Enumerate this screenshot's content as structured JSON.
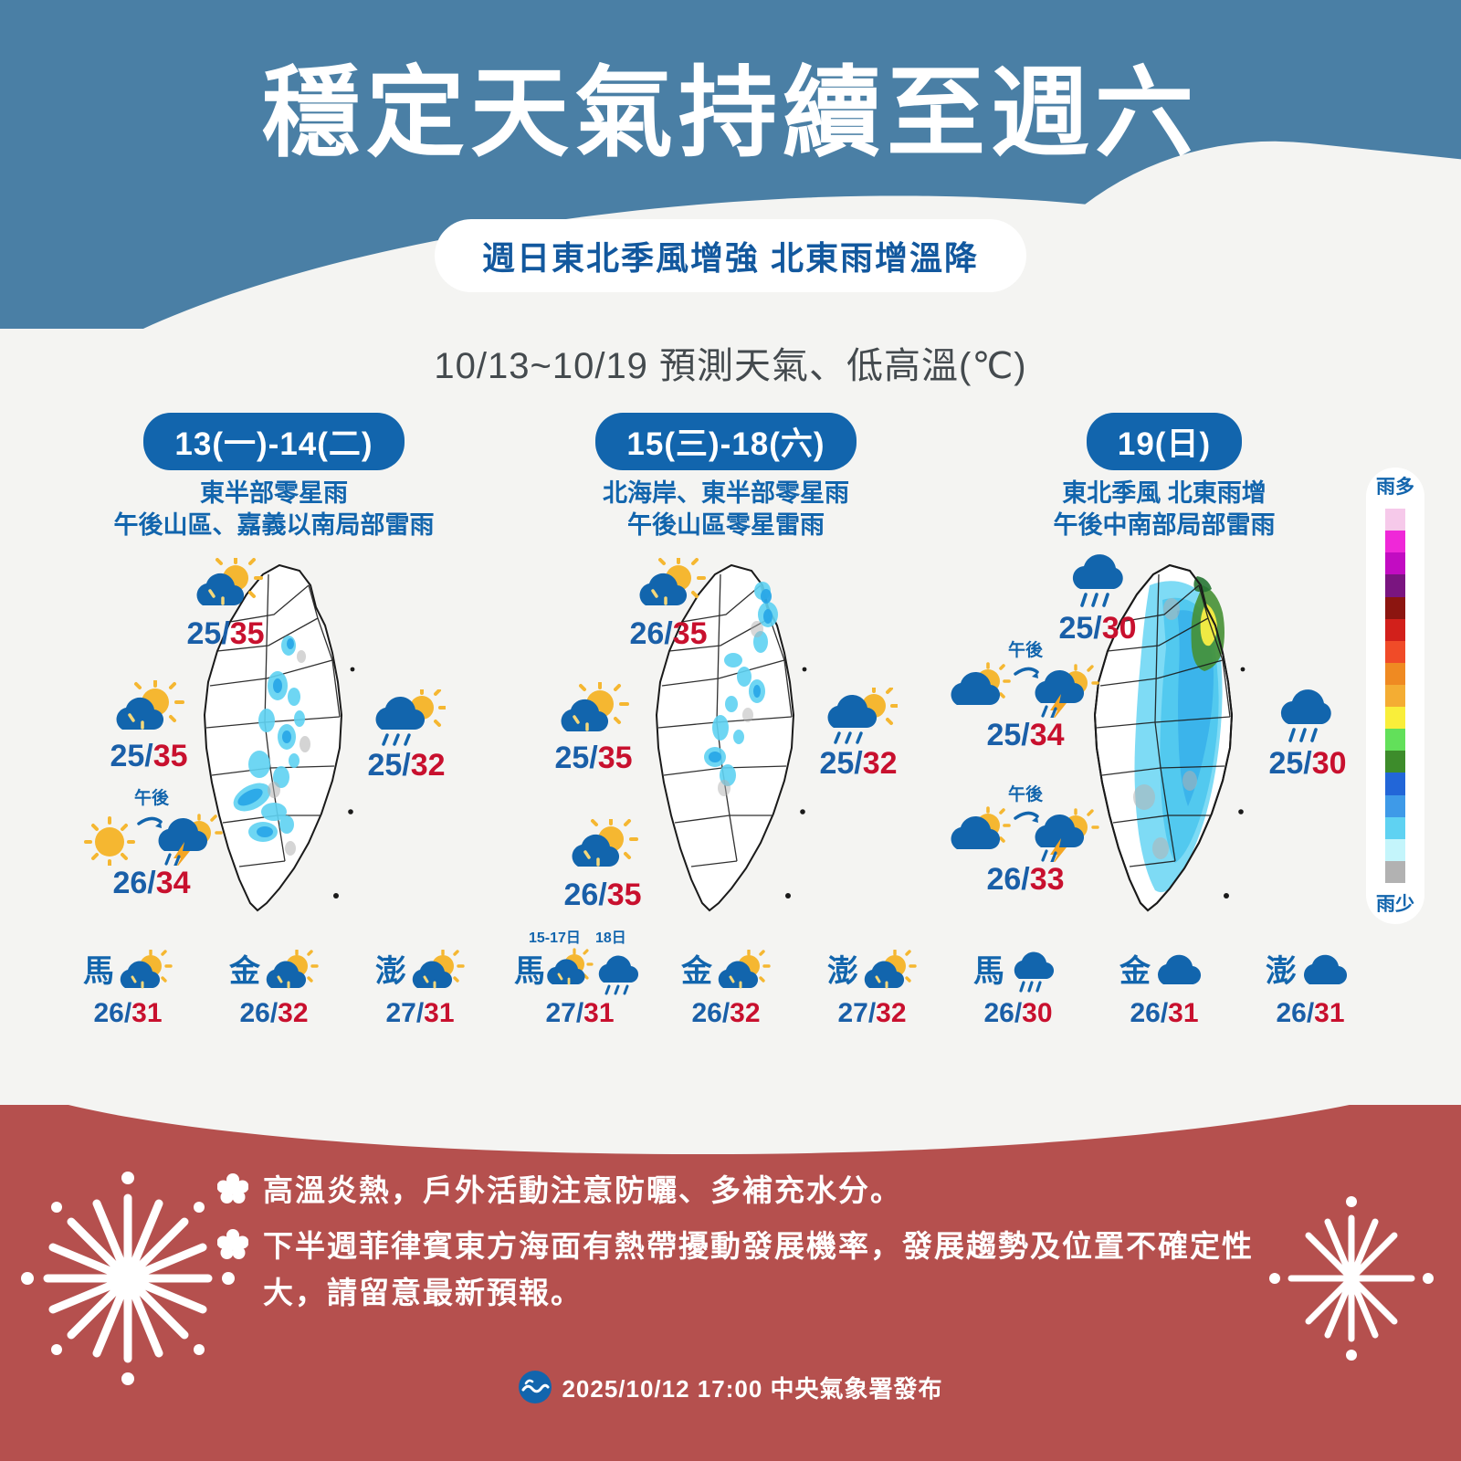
{
  "header": {
    "title": "穩定天氣持續至週六",
    "subtitle": "週日東北季風增強 北東雨增溫降",
    "band_color": "#4a7fa5"
  },
  "range_line": "10/13~10/19 預測天氣、低高溫(℃)",
  "columns": [
    {
      "pill": "13(一)-14(二)",
      "desc_line1": "東半部零星雨",
      "desc_line2": "午後山區、嘉義以南局部雷雨",
      "map_points": [
        {
          "position": "north",
          "icon": "cloud-sun-icon",
          "pm": "",
          "lo": "25",
          "hi": "35"
        },
        {
          "position": "west",
          "icon": "cloud-sun-icon",
          "pm": "",
          "lo": "25",
          "hi": "35"
        },
        {
          "position": "east",
          "icon": "cloud-sun-rain-icon",
          "pm": "",
          "lo": "25",
          "hi": "32"
        },
        {
          "position": "south",
          "icon": "sun-to-thunder-icon",
          "pm": "午後",
          "lo": "26",
          "hi": "34"
        }
      ],
      "islands": [
        {
          "name": "馬",
          "icon": "cloud-sun-icon",
          "lo": "26",
          "hi": "31"
        },
        {
          "name": "金",
          "icon": "cloud-sun-icon",
          "lo": "26",
          "hi": "32"
        },
        {
          "name": "澎",
          "icon": "cloud-sun-icon",
          "lo": "27",
          "hi": "31"
        }
      ],
      "island_sublabels": []
    },
    {
      "pill": "15(三)-18(六)",
      "desc_line1": "北海岸、東半部零星雨",
      "desc_line2": "午後山區零星雷雨",
      "map_points": [
        {
          "position": "north",
          "icon": "cloud-sun-icon",
          "pm": "",
          "lo": "26",
          "hi": "35"
        },
        {
          "position": "west",
          "icon": "cloud-sun-icon",
          "pm": "",
          "lo": "25",
          "hi": "35"
        },
        {
          "position": "east",
          "icon": "cloud-sun-rain-icon",
          "pm": "",
          "lo": "25",
          "hi": "32"
        },
        {
          "position": "south",
          "icon": "cloud-sun-icon",
          "pm": "",
          "lo": "26",
          "hi": "35"
        }
      ],
      "islands": [
        {
          "name": "馬",
          "icon": "cloud-sun-plus-rain-icon",
          "lo": "27",
          "hi": "31"
        },
        {
          "name": "金",
          "icon": "cloud-sun-icon",
          "lo": "26",
          "hi": "32"
        },
        {
          "name": "澎",
          "icon": "cloud-sun-icon",
          "lo": "27",
          "hi": "32"
        }
      ],
      "island_sublabels": [
        "15-17日",
        "18日"
      ]
    },
    {
      "pill": "19(日)",
      "desc_line1": "東北季風 北東雨增",
      "desc_line2": "午後中南部局部雷雨",
      "map_points": [
        {
          "position": "north",
          "icon": "rain-icon",
          "pm": "",
          "lo": "25",
          "hi": "30"
        },
        {
          "position": "west",
          "icon": "cloudsun-to-thunder-icon",
          "pm": "午後",
          "lo": "25",
          "hi": "34"
        },
        {
          "position": "east",
          "icon": "rain-icon",
          "pm": "",
          "lo": "25",
          "hi": "30"
        },
        {
          "position": "south",
          "icon": "cloudsun-to-thunder-icon",
          "pm": "午後",
          "lo": "26",
          "hi": "33"
        }
      ],
      "islands": [
        {
          "name": "馬",
          "icon": "rain-icon",
          "lo": "26",
          "hi": "30"
        },
        {
          "name": "金",
          "icon": "cloud-icon",
          "lo": "26",
          "hi": "31"
        },
        {
          "name": "澎",
          "icon": "cloud-icon",
          "lo": "26",
          "hi": "31"
        }
      ],
      "island_sublabels": []
    }
  ],
  "legend": {
    "top_label": "雨多",
    "bottom_label": "雨少",
    "colors": [
      "#f6c9ea",
      "#ef28d8",
      "#c20cc2",
      "#7a1580",
      "#8c1510",
      "#d2201b",
      "#f04b28",
      "#ef8a22",
      "#f4ad33",
      "#f9ee3a",
      "#62e05a",
      "#3d8c2b",
      "#2266d8",
      "#3e9ae8",
      "#5fd2f2",
      "#c4f5fb",
      "#b2b2b2"
    ]
  },
  "notices": [
    "高溫炎熱，戶外活動注意防曬、多補充水分。",
    "下半週菲律賓東方海面有熱帶擾動發展機率，發展趨勢及位置不確定性大，請留意最新預報。"
  ],
  "footer": {
    "text": "2025/10/12 17:00 中央氣象署發布",
    "logo": "cwa-wave-logo"
  },
  "colors": {
    "temp_low": "#1a5fa8",
    "temp_high": "#c8102e",
    "accent_blue": "#1265ad",
    "banner_red": "#b5504e"
  }
}
